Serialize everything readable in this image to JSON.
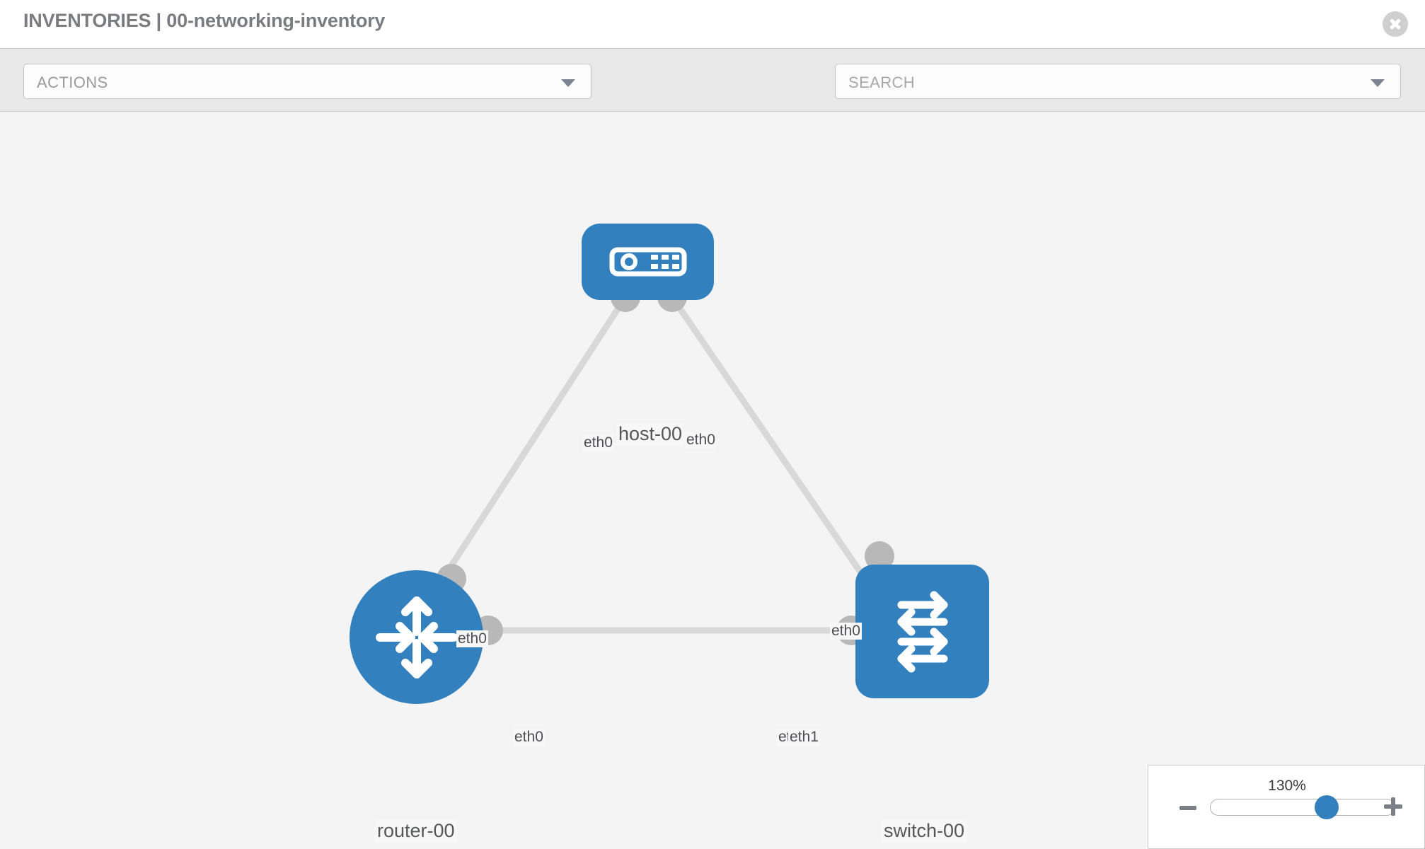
{
  "header": {
    "title": "INVENTORIES | 00-networking-inventory",
    "close_icon": "close-circle-icon"
  },
  "toolbar": {
    "actions_label": "ACTIONS",
    "actions_caret_icon": "chevron-down-icon",
    "wrench_icon": "wrench-icon",
    "key_icon": "key-icon",
    "search_placeholder": "SEARCH",
    "search_caret_icon": "chevron-down-icon"
  },
  "topology": {
    "nodes": [
      {
        "id": "host-00",
        "label": "host-00",
        "icon": "server-icon",
        "shape": "rounded-rect",
        "color": "#3380bf"
      },
      {
        "id": "router-00",
        "label": "router-00",
        "icon": "router-icon",
        "shape": "circle",
        "color": "#3380bf"
      },
      {
        "id": "switch-00",
        "label": "switch-00",
        "icon": "switch-icon",
        "shape": "rounded-rect",
        "color": "#3380bf"
      }
    ],
    "interfaces": {
      "host_left": "eth0",
      "host_right": "eth0",
      "router_up": "eth0",
      "switch_up": "eth0",
      "router_eth0": "eth0",
      "switch_eth0": "eth0",
      "switch_eth1": "eth1"
    },
    "links": [
      {
        "from": "host-00",
        "from_iface": "eth0",
        "to": "router-00",
        "to_iface": "eth0"
      },
      {
        "from": "host-00",
        "from_iface": "eth0",
        "to": "switch-00",
        "to_iface": "eth0"
      },
      {
        "from": "router-00",
        "from_iface": "eth0",
        "to": "switch-00",
        "to_iface": "eth1"
      }
    ],
    "link_color": "#d8d8d8",
    "connector_color": "#b8b8b8"
  },
  "zoom_control": {
    "value": "130%",
    "minus_label": "zoom-out",
    "plus_label": "zoom-in",
    "slider_position_percent": 63
  }
}
